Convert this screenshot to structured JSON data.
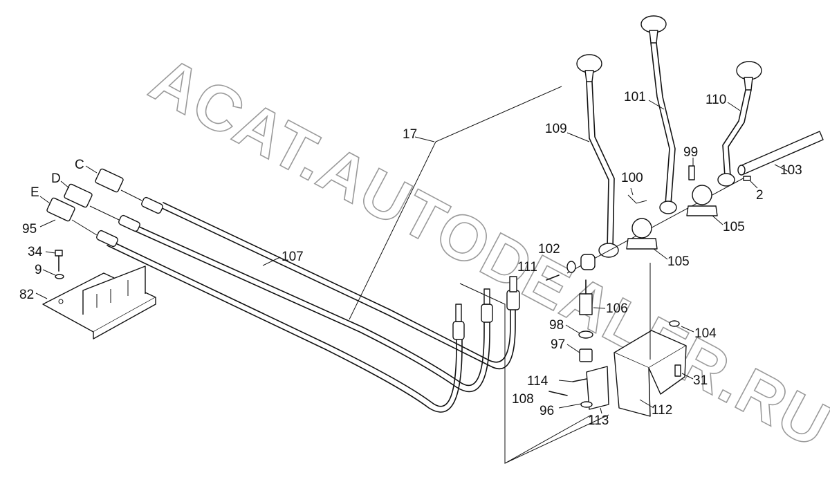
{
  "watermark": "ACAT.AUTODEALER.RU",
  "callouts": {
    "c17": "17",
    "c109": "109",
    "c101": "101",
    "c110": "110",
    "c103": "103",
    "c99": "99",
    "c100": "100",
    "c2": "2",
    "c105a": "105",
    "c105b": "105",
    "c102": "102",
    "c111": "111",
    "c106": "106",
    "c98": "98",
    "c97": "97",
    "c104": "104",
    "c114": "114",
    "c31": "31",
    "c108": "108",
    "c96": "96",
    "c113": "113",
    "c112": "112",
    "cC": "C",
    "cD": "D",
    "cE": "E",
    "c95": "95",
    "c34": "34",
    "c9": "9",
    "c82": "82",
    "c107": "107"
  }
}
